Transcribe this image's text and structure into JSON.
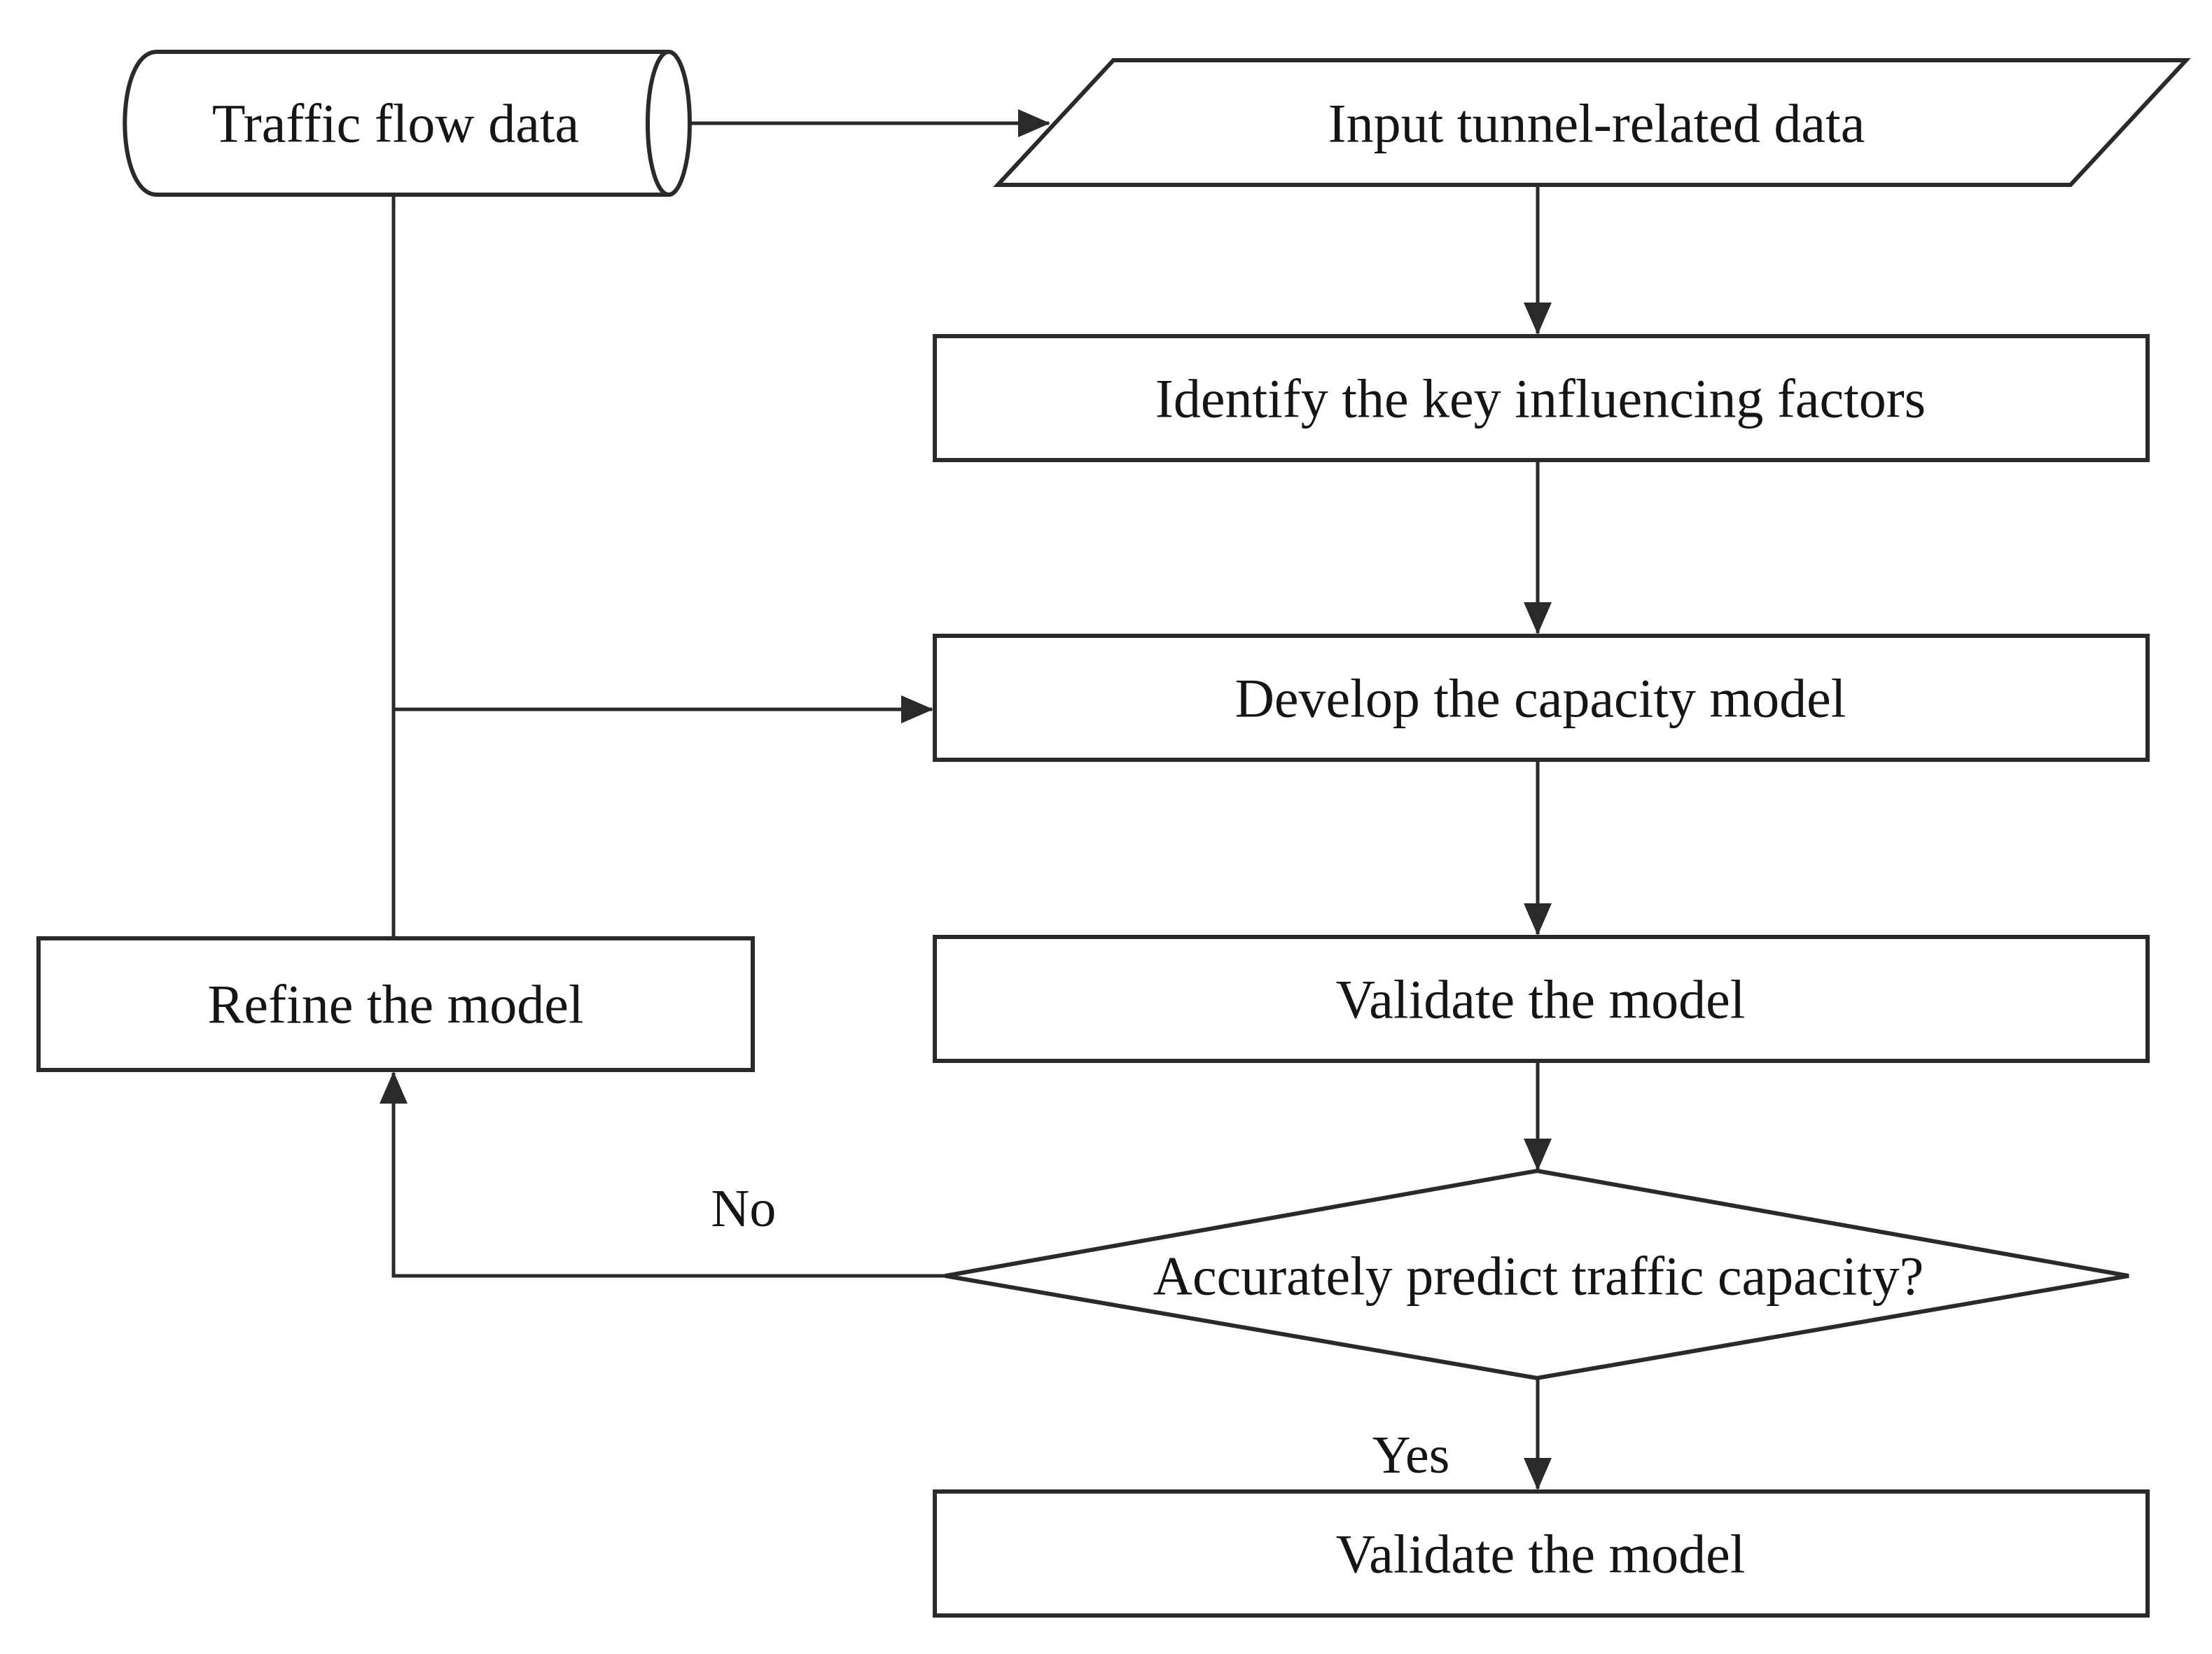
{
  "diagram": {
    "type": "flowchart",
    "nodes": {
      "traffic": {
        "label": "Traffic flow data",
        "shape": "stored-data-cylinder"
      },
      "input": {
        "label": "Input tunnel-related data",
        "shape": "parallelogram-io"
      },
      "identify": {
        "label": "Identify the key influencing factors",
        "shape": "process-rect"
      },
      "develop": {
        "label": "Develop the capacity model",
        "shape": "process-rect"
      },
      "validate": {
        "label": "Validate the model",
        "shape": "process-rect"
      },
      "decision": {
        "label": "Accurately predict traffic capacity?",
        "shape": "decision-diamond"
      },
      "refine": {
        "label": "Refine the model",
        "shape": "process-rect"
      },
      "validate_final": {
        "label": "Validate the model",
        "shape": "process-rect"
      }
    },
    "edges": {
      "no_label": "No",
      "yes_label": "Yes"
    },
    "colors": {
      "line": "#2a2a2a",
      "text": "#151515",
      "background": "#ffffff"
    }
  }
}
